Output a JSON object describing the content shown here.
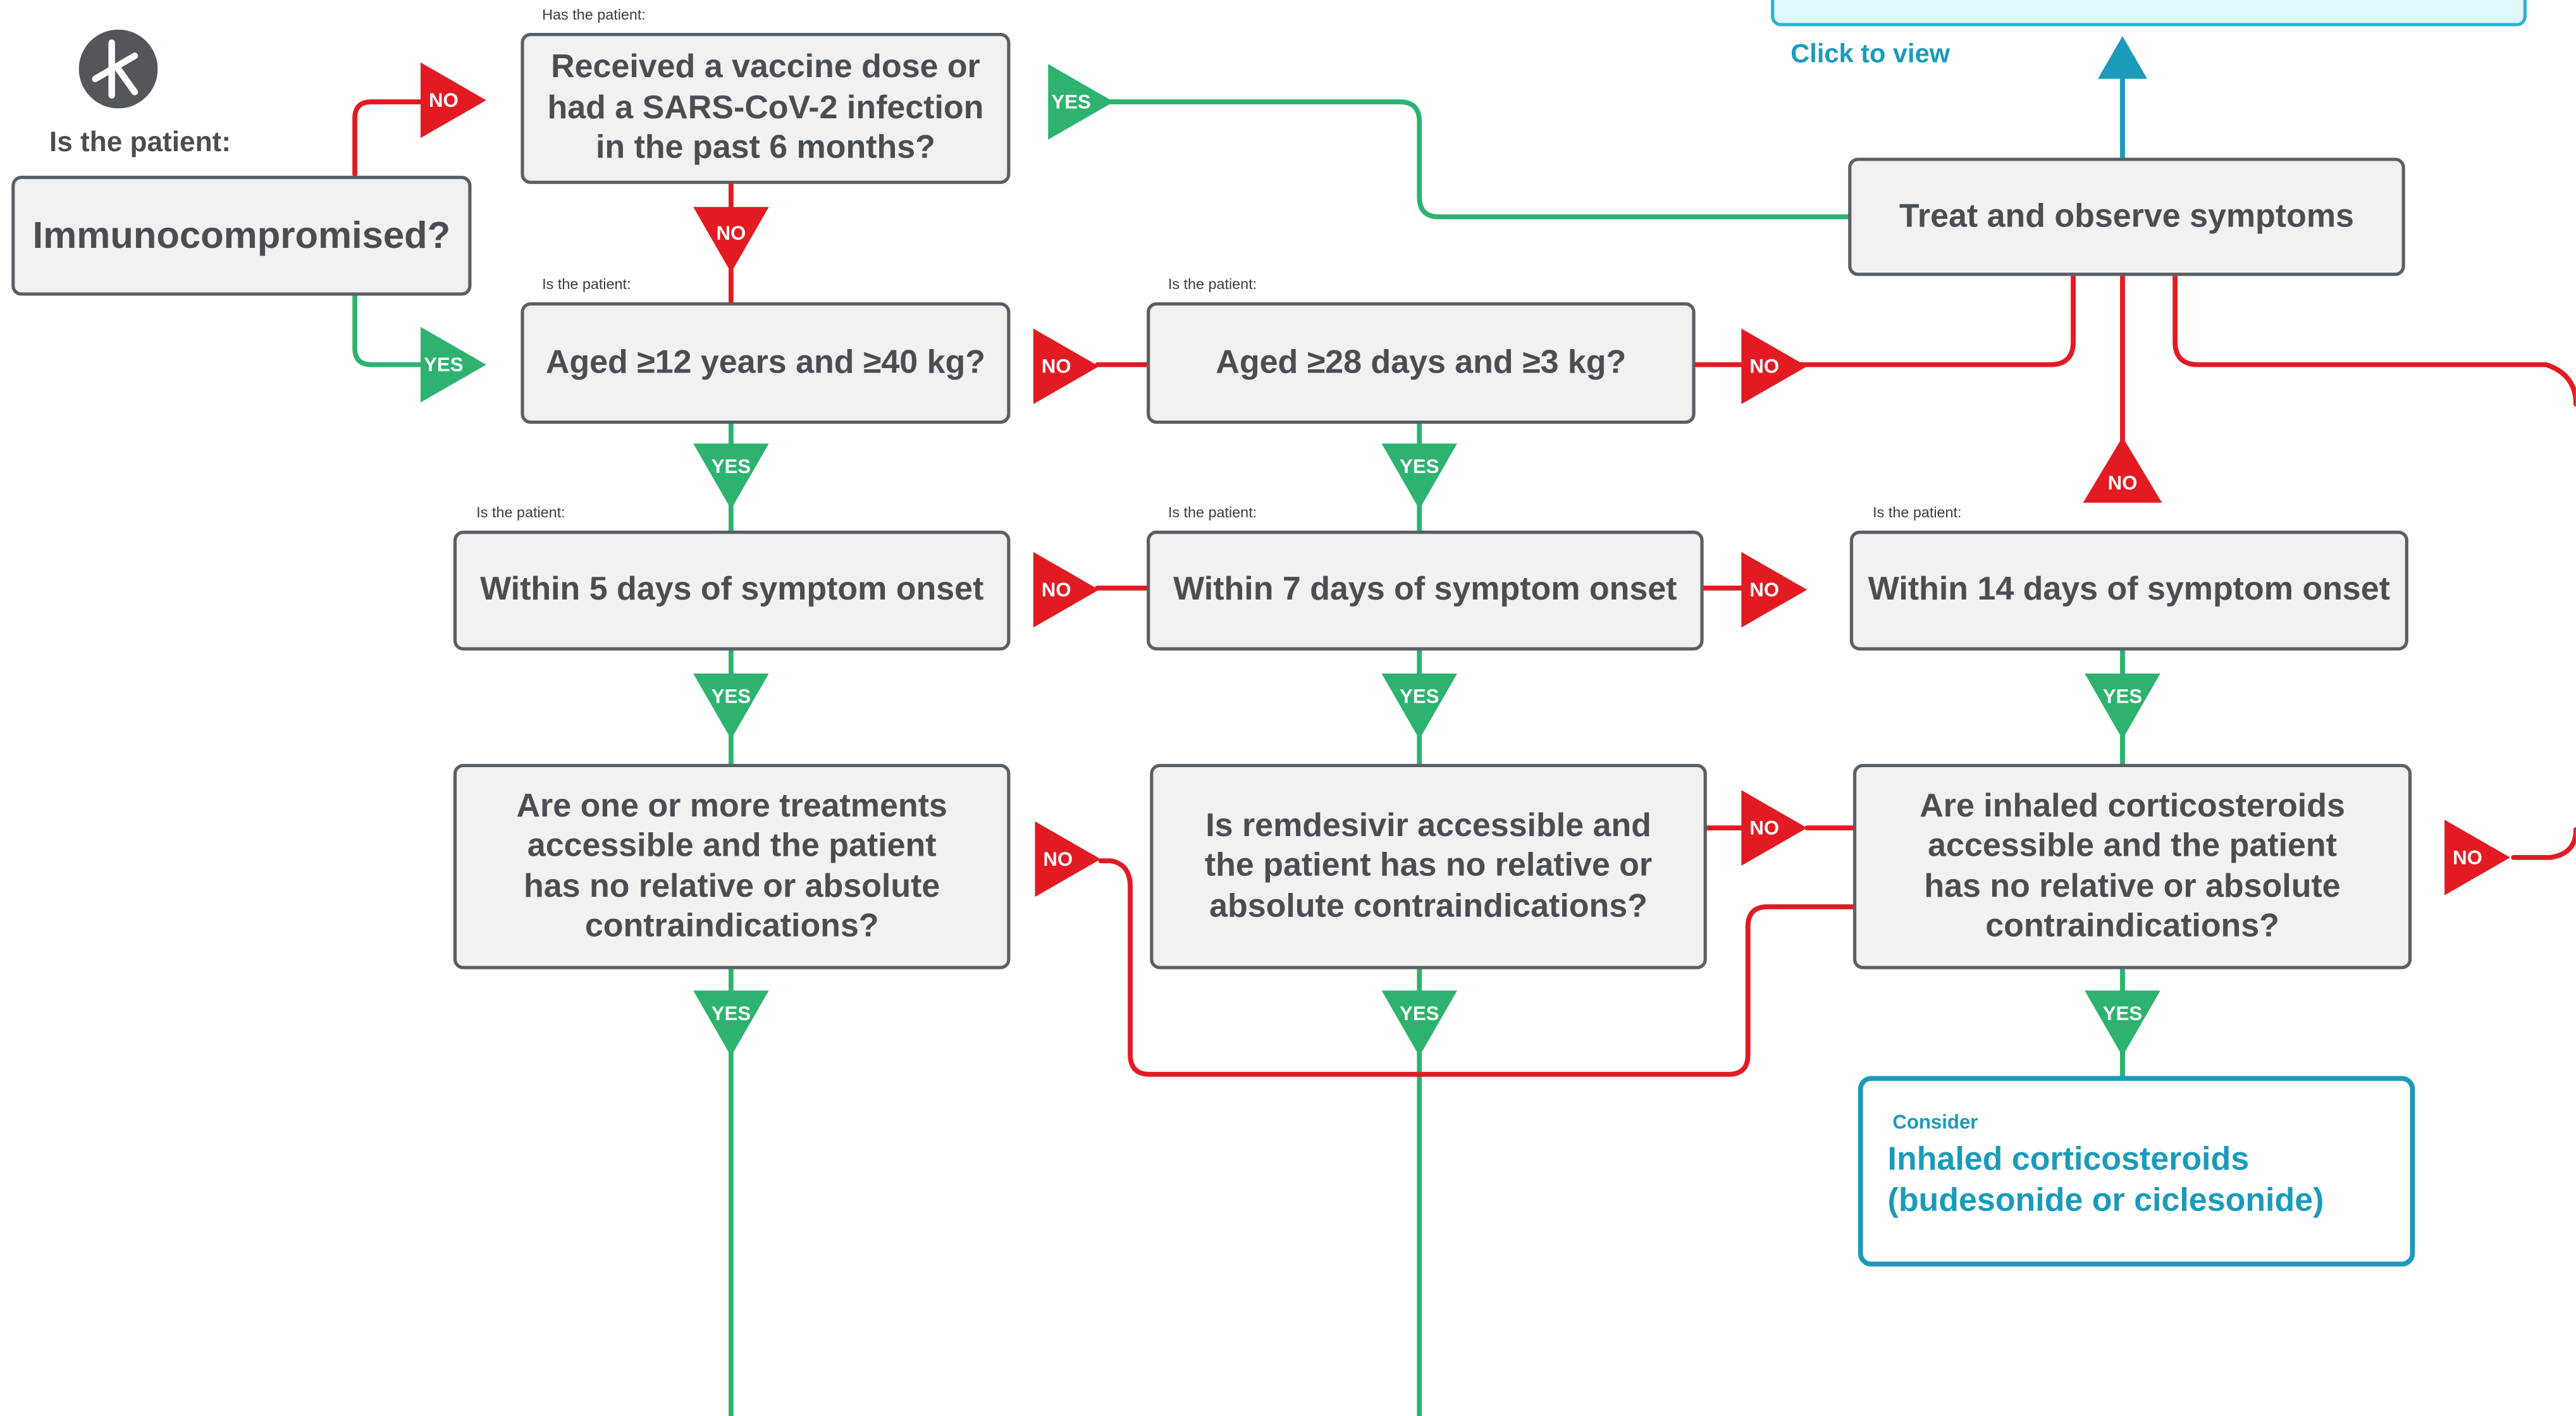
{
  "header": {
    "is_the_patient": "Is the patient:",
    "click_to_view": "Click to view"
  },
  "connectors": {
    "yes": "YES",
    "no": "NO"
  },
  "colors": {
    "yes_green": "#2db36f",
    "no_red": "#e21b23",
    "accent_blue": "#1a9bba",
    "box_border": "#5b5f63",
    "box_fill": "#f1f1f1"
  },
  "nodes": {
    "immunocompromised": {
      "text": "Immunocompromised?"
    },
    "vaccine_infection": {
      "qlabel": "Has the patient:",
      "lines": [
        "Received a vaccine dose or",
        "had a SARS-CoV-2 infection",
        "in the past 6 months?"
      ]
    },
    "treat_observe": {
      "text": "Treat and observe symptoms"
    },
    "aged_12": {
      "qlabel": "Is the patient:",
      "text": "Aged ≥12 years and ≥40 kg?"
    },
    "aged_28": {
      "qlabel": "Is the patient:",
      "text": "Aged ≥28 days and ≥3 kg?"
    },
    "within_5": {
      "qlabel": "Is the patient:",
      "text": "Within 5 days of symptom onset"
    },
    "within_7": {
      "qlabel": "Is the patient:",
      "text": "Within 7 days of symptom onset"
    },
    "within_14": {
      "qlabel": "Is the patient:",
      "text": "Within 14 days of symptom onset"
    },
    "treatments_accessible": {
      "lines": [
        "Are one or more treatments",
        "accessible and the patient",
        "has no relative or absolute",
        "contraindications?"
      ]
    },
    "remdesivir_accessible": {
      "lines": [
        "Is remdesivir accessible and",
        "the patient has no relative or",
        "absolute contraindications?"
      ]
    },
    "corticosteroids_accessible": {
      "lines": [
        "Are inhaled corticosteroids",
        "accessible and the patient",
        "has no relative or absolute",
        "contraindications?"
      ]
    },
    "consider_corticosteroids": {
      "kicker": "Consider",
      "lines": [
        "Inhaled corticosteroids",
        "(budesonide or ciclesonide)"
      ]
    }
  }
}
